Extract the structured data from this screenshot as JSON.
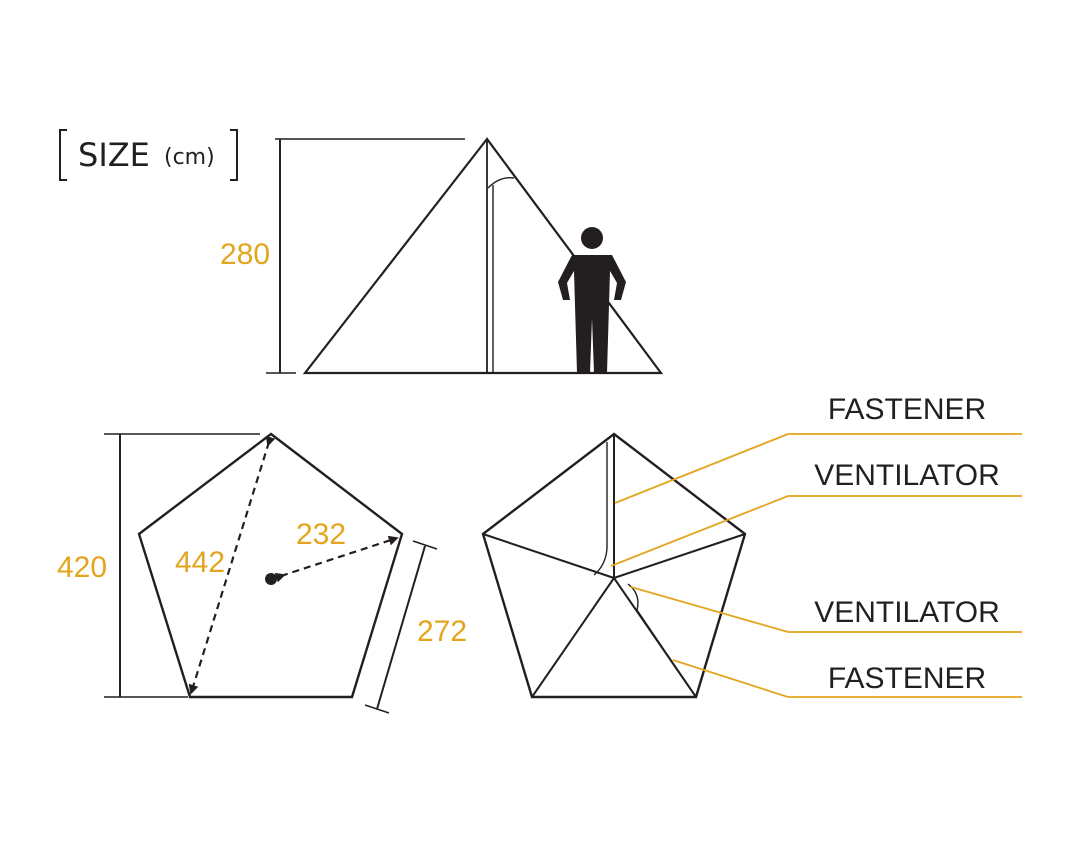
{
  "title": {
    "size_word": "SIZE",
    "unit": "(cm)"
  },
  "dimensions": {
    "height": "280",
    "depth": "420",
    "diagonal": "442",
    "radius": "232",
    "side": "272"
  },
  "callouts": {
    "upper_fastener": "FASTENER",
    "upper_ventilator": "VENTILATOR",
    "lower_ventilator": "VENTILATOR",
    "lower_fastener": "FASTENER"
  },
  "colors": {
    "line": "#231f20",
    "accent": "#e3a51d",
    "background": "#ffffff"
  },
  "icons": {
    "person": "person-silhouette-icon"
  }
}
